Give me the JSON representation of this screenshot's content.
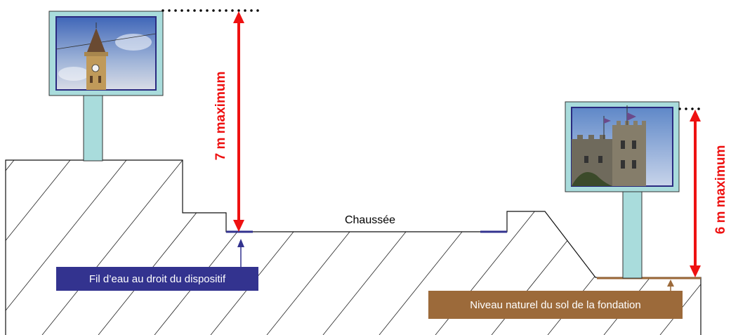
{
  "labels": {
    "sign_left_height": "7 m  maximum",
    "sign_right_height": "6 m  maximum",
    "roadway": "Chaussée",
    "gutter_line": "Fil d’eau au droit du dispositif",
    "natural_ground": "Niveau naturel du sol de la fondation"
  },
  "colors": {
    "dimension_arrow": "#ee1111",
    "gutter_box": "#33338f",
    "ground_box": "#9c6a3a",
    "sign_frame": "#a9dcdc",
    "post": "#a9dcdc"
  },
  "icons": {
    "left_photo": "church-bell-tower",
    "right_photo": "castle-tower-with-flags"
  }
}
